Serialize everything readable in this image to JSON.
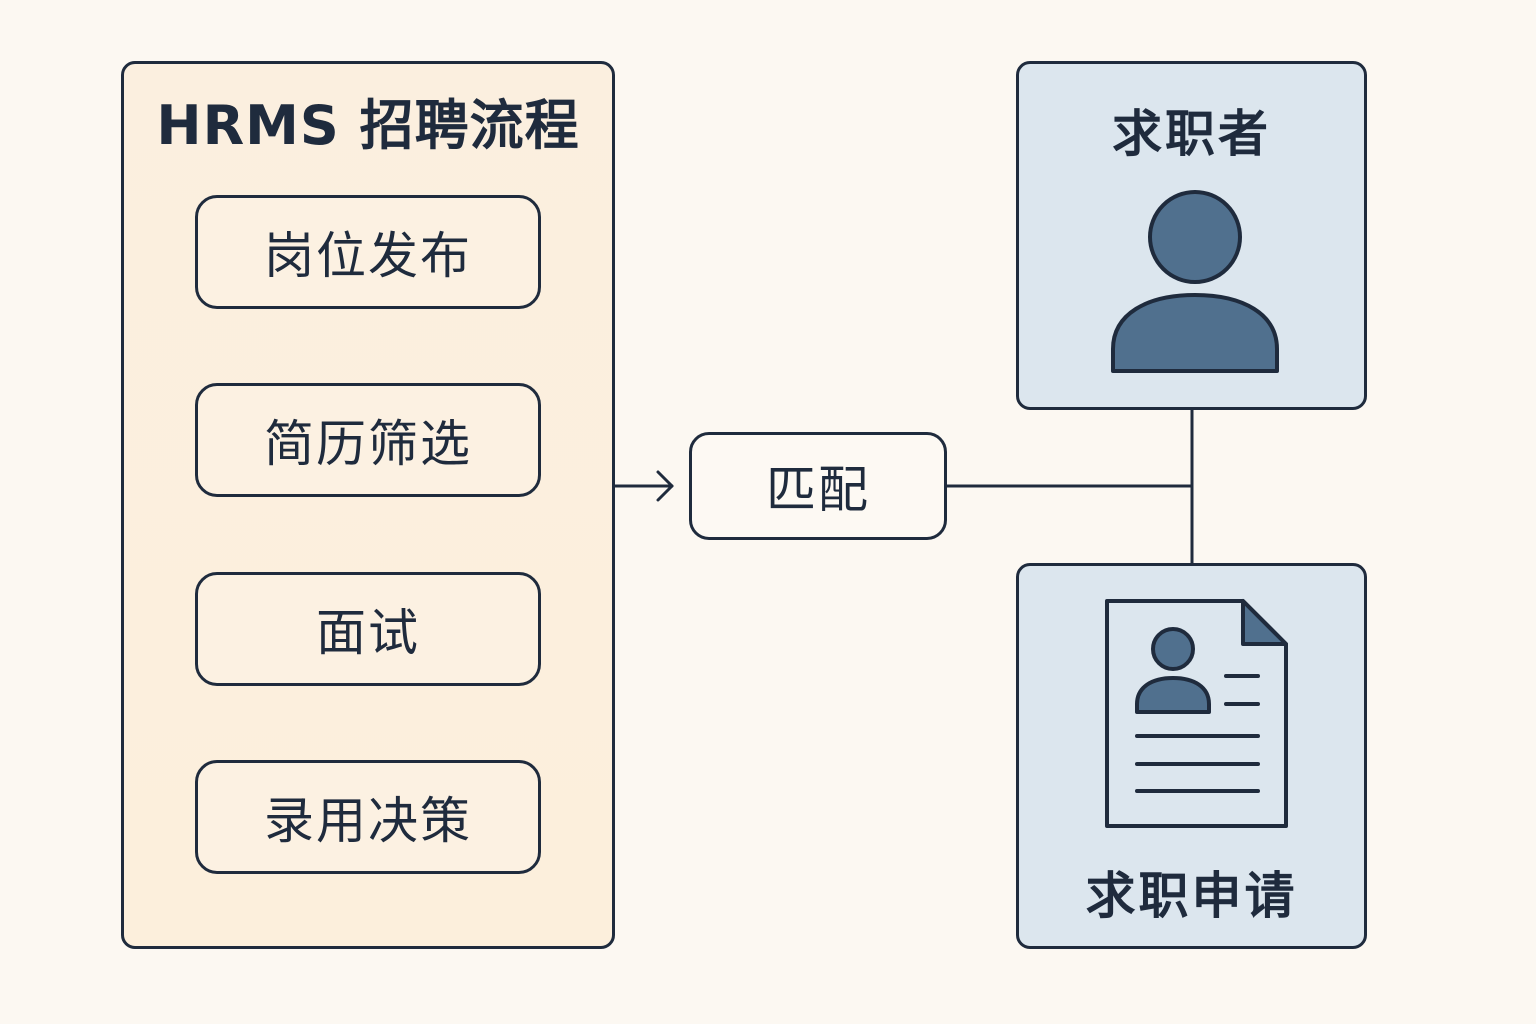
{
  "diagram": {
    "process": {
      "title": "HRMS 招聘流程",
      "steps": [
        {
          "label": "岗位发布"
        },
        {
          "label": "简历筛选"
        },
        {
          "label": "面试"
        },
        {
          "label": "录用决策"
        }
      ]
    },
    "match": {
      "label": "匹配"
    },
    "job_seeker": {
      "label": "求职者",
      "icon": "person-icon"
    },
    "application": {
      "label": "求职申请",
      "icon": "resume-document-icon"
    },
    "colors": {
      "background": "#fcf8f2",
      "process_panel": "#fbefdf",
      "entity_panel": "#dce6ee",
      "stroke": "#1f2b3d",
      "icon_fill": "#50708e"
    }
  }
}
